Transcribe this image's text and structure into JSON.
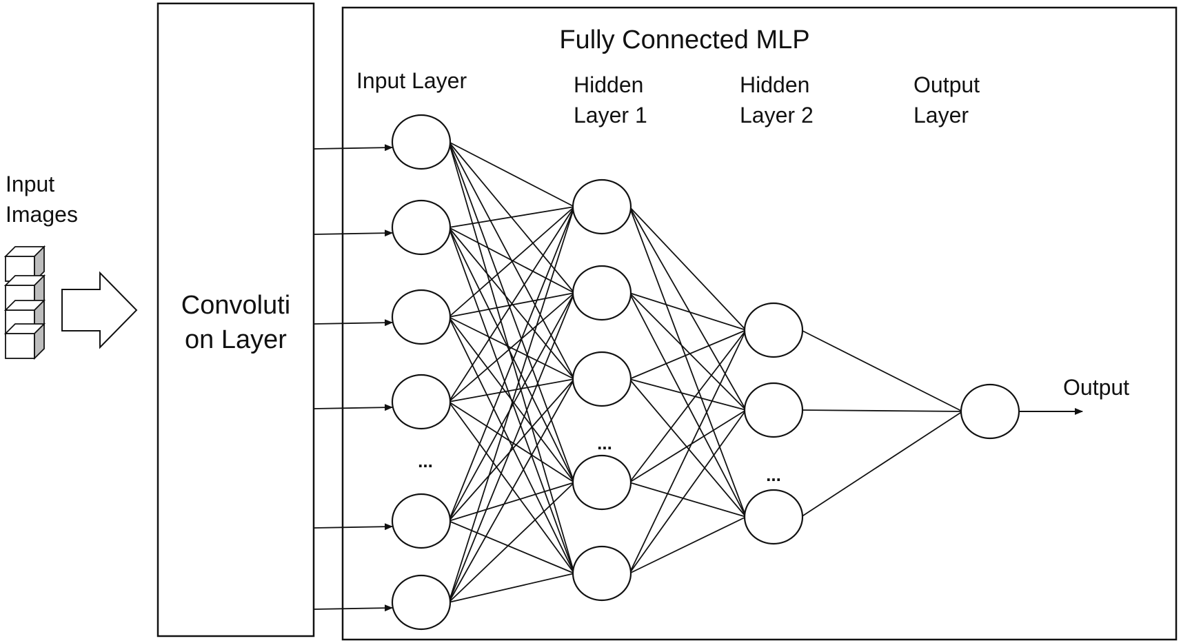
{
  "diagram": {
    "title": "Fully Connected MLP",
    "input_images_label": [
      "Input",
      "Images"
    ],
    "conv_layer_label": [
      "Convoluti",
      "on Layer"
    ],
    "layers": {
      "input": {
        "label": [
          "Input Layer"
        ],
        "ellipsis": "..."
      },
      "hidden1": {
        "label": [
          "Hidden",
          "Layer 1"
        ],
        "ellipsis": "..."
      },
      "hidden2": {
        "label": [
          "Hidden",
          "Layer 2"
        ],
        "ellipsis": "..."
      },
      "output": {
        "label": [
          "Output",
          "Layer"
        ]
      }
    },
    "output_label": "Output",
    "colors": {
      "stroke": "#111111",
      "cube_face": "#ffffff",
      "cube_side": "#bdbdbd",
      "background": "#ffffff"
    }
  }
}
